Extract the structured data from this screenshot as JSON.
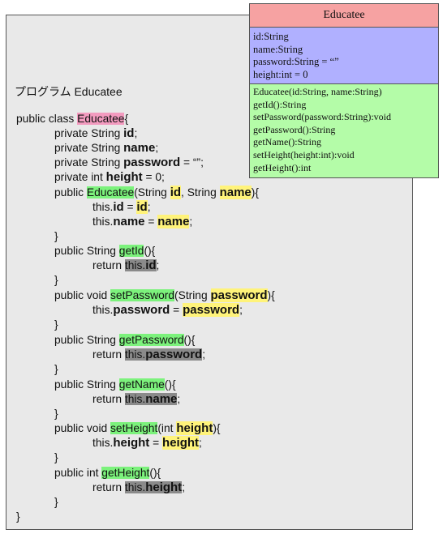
{
  "uml": {
    "class_name": "Educatee",
    "attributes": [
      "id:String",
      "name:String",
      "password:String = “”",
      "height:int = 0"
    ],
    "operations": [
      "Educatee(id:String, name:String)",
      "getId():String",
      "setPassword(password:String):void",
      "getPassword():String",
      "getName():String",
      "setHeight(height:int):void",
      "getHeight():int"
    ]
  },
  "code": {
    "title": "プログラム Educatee",
    "l01": {
      "a": "public class ",
      "b": "Educatee",
      "c": "{"
    },
    "l02": {
      "a": "private String ",
      "b": "id",
      "c": ";"
    },
    "l03": {
      "a": "private String ",
      "b": "name",
      "c": ";"
    },
    "l04": {
      "a": "private String ",
      "b": "password",
      "c": " = “”;"
    },
    "l05": {
      "a": "private int ",
      "b": "height",
      "c": " = 0;"
    },
    "l06": {
      "a": "public ",
      "b": "Educatee",
      "c": "(String ",
      "d": "id",
      "e": ", String ",
      "f": "name",
      "g": "){"
    },
    "l07": {
      "a": "this.",
      "b": "id",
      "c": " = ",
      "d": "id",
      "e": ";"
    },
    "l08": {
      "a": "this.",
      "b": "name",
      "c": " = ",
      "d": "name",
      "e": ";"
    },
    "l09": "}",
    "l10": {
      "a": "public String ",
      "b": "getId",
      "c": "(){"
    },
    "l11": {
      "a": "return ",
      "b": "this.",
      "c": "id",
      "d": ";"
    },
    "l12": "}",
    "l13": {
      "a": "public void ",
      "b": "setPassword",
      "c": "(String ",
      "d": "password",
      "e": "){"
    },
    "l14": {
      "a": "this.",
      "b": "password",
      "c": " = ",
      "d": "password",
      "e": ";"
    },
    "l15": "}",
    "l16": {
      "a": "public String ",
      "b": "getPassword",
      "c": "(){"
    },
    "l17": {
      "a": "return ",
      "b": "this.",
      "c": "password",
      "d": ";"
    },
    "l18": "}",
    "l19": {
      "a": "public String ",
      "b": "getName",
      "c": "(){"
    },
    "l20": {
      "a": "return ",
      "b": "this.",
      "c": "name",
      "d": ";"
    },
    "l21": "}",
    "l22": {
      "a": "public void ",
      "b": "setHeight",
      "c": "(int ",
      "d": "height",
      "e": "){"
    },
    "l23": {
      "a": "this.",
      "b": "height",
      "c": " = ",
      "d": "height",
      "e": ";"
    },
    "l24": "}",
    "l25": {
      "a": "public int ",
      "b": "getHeight",
      "c": "(){"
    },
    "l26": {
      "a": "return ",
      "b": "this.",
      "c": "height",
      "d": ";"
    },
    "l27": "}",
    "l28": "}"
  }
}
